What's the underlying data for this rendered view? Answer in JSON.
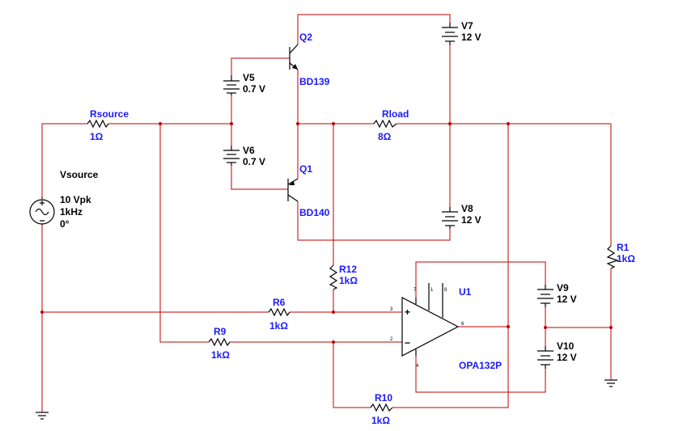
{
  "colors": {
    "wire": "#c00000",
    "label": "#1a1aff",
    "value": "#1a1aff",
    "component": "#000000"
  },
  "components": {
    "rsource": {
      "name": "Rsource",
      "value": "1Ω"
    },
    "vsource": {
      "name": "Vsource",
      "amplitude": "10 Vpk",
      "freq": "1kHz",
      "phase": "0°"
    },
    "v5": {
      "name": "V5",
      "value": "0.7 V"
    },
    "v6": {
      "name": "V6",
      "value": "0.7 V"
    },
    "q2": {
      "name": "Q2",
      "part": "BD139"
    },
    "q1": {
      "name": "Q1",
      "part": "BD140"
    },
    "v7": {
      "name": "V7",
      "value": "12 V"
    },
    "v8": {
      "name": "V8",
      "value": "12 V"
    },
    "rload": {
      "name": "Rload",
      "value": "8Ω"
    },
    "r12": {
      "name": "R12",
      "value": "1kΩ"
    },
    "r6": {
      "name": "R6",
      "value": "1kΩ"
    },
    "r9": {
      "name": "R9",
      "value": "1kΩ"
    },
    "r10": {
      "name": "R10",
      "value": "1kΩ"
    },
    "r1": {
      "name": "R1",
      "value": "1kΩ"
    },
    "u1": {
      "name": "U1",
      "part": "OPA132P",
      "pins": {
        "p7": "7",
        "p1": "1",
        "p8": "8",
        "p3": "3",
        "p2": "2",
        "p6": "6",
        "p4": "4"
      },
      "plus": "+",
      "minus": "−"
    },
    "v9": {
      "name": "V9",
      "value": "12 V"
    },
    "v10": {
      "name": "V10",
      "value": "12 V"
    }
  }
}
